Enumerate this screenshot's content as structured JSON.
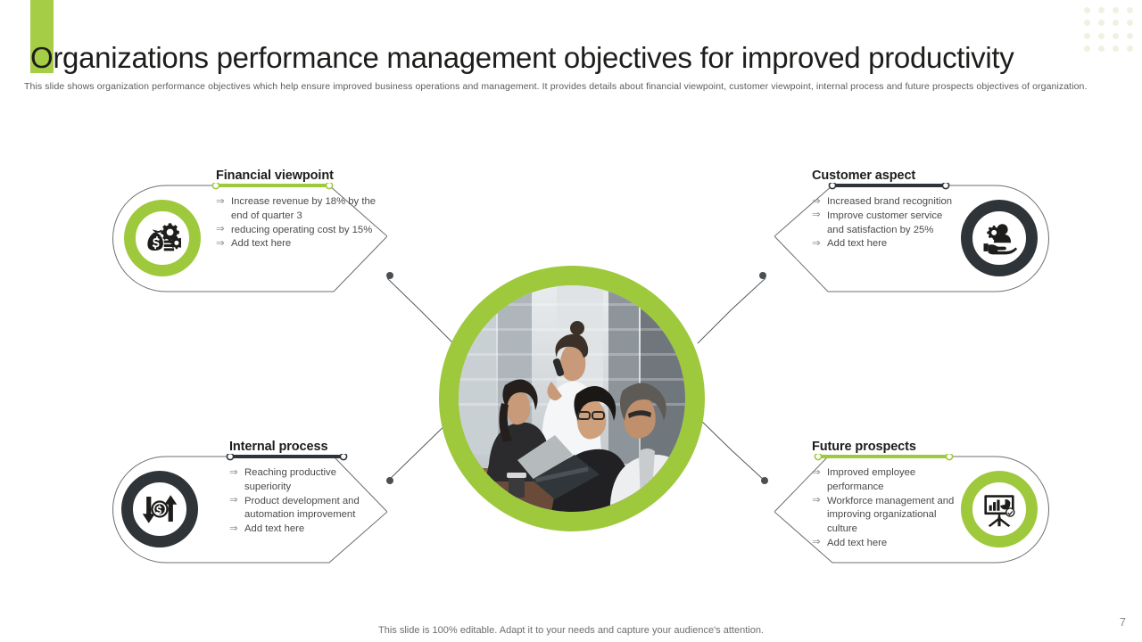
{
  "slide": {
    "title": "Organizations performance management objectives for improved productivity",
    "subtitle": "This slide shows organization performance objectives which help ensure improved business operations and management.  It provides details about financial viewpoint, customer viewpoint, internal process and future prospects objectives of organization.",
    "footer_note": "This slide is 100% editable. Adapt it to your needs and capture your audience's attention.",
    "page_number": "7",
    "accent_color": "#a5cd46",
    "dark_color": "#2e3438",
    "bullet_marker": "⇒"
  },
  "center": {
    "image_alt": "business-team-meeting-photo",
    "ring_color": "#9fc93c"
  },
  "cards": [
    {
      "id": "financial",
      "title": "Financial viewpoint",
      "accent": "#9fc93c",
      "icon": "money-bag-gears-icon",
      "bullets": [
        "Increase revenue  by 18% by the end of quarter 3",
        "reducing operating cost by 15%",
        "Add text here"
      ]
    },
    {
      "id": "customer",
      "title": "Customer aspect",
      "accent": "#2e3438",
      "icon": "hand-holding-customer-gear-icon",
      "bullets": [
        "Increased  brand recognition",
        "Improve  customer service and satisfaction by 25%",
        "Add text here"
      ]
    },
    {
      "id": "internal",
      "title": "Internal process",
      "accent": "#2e3438",
      "icon": "dollar-coin-arrows-icon",
      "bullets": [
        "Reaching productive superiority",
        "Product development and automation improvement",
        "Add text here"
      ]
    },
    {
      "id": "future",
      "title": "Future prospects",
      "accent": "#9fc93c",
      "icon": "presentation-chart-board-icon",
      "bullets": [
        "Improved  employee performance",
        "Workforce management and improving organizational culture",
        "Add text here"
      ]
    }
  ]
}
